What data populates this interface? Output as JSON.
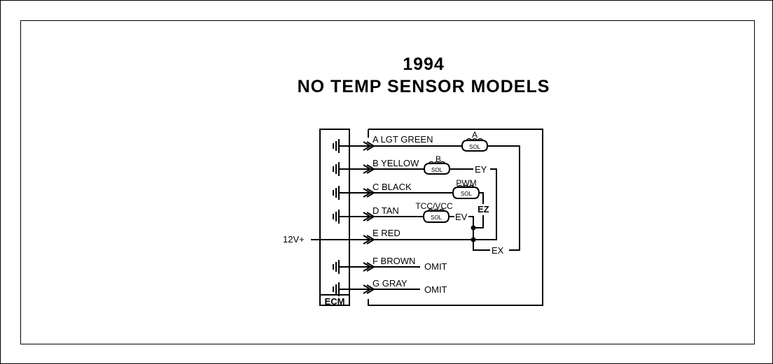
{
  "title": {
    "year": "1994",
    "main": "NO TEMP SENSOR MODELS"
  },
  "ecm": {
    "label": "ECM"
  },
  "supply": {
    "label": "12V+"
  },
  "pins": [
    {
      "label": "A LGT GREEN"
    },
    {
      "label": "B YELLOW"
    },
    {
      "label": "C BLACK"
    },
    {
      "label": "D TAN"
    },
    {
      "label": "E  RED"
    },
    {
      "label": "F BROWN"
    },
    {
      "label": "G GRAY"
    }
  ],
  "solenoids": {
    "a": {
      "name": "A",
      "tag": "SOL"
    },
    "b": {
      "name": "B",
      "tag": "SOL"
    },
    "pwm": {
      "name": "PWM",
      "tag": "SOL"
    },
    "tcc": {
      "name": "TCC/VCC",
      "tag": "SOL"
    }
  },
  "nodes": {
    "ey": "EY",
    "ez": "EZ",
    "ev": "EV",
    "ex": "EX"
  },
  "omit": {
    "f": "OMIT",
    "g": "OMIT"
  }
}
